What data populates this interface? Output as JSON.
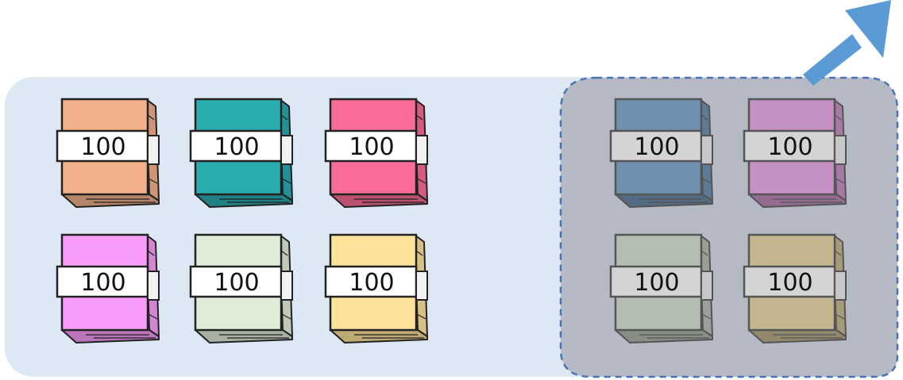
{
  "colors": {
    "panel_bg": "#dde8f4",
    "gray_panel_bg": "#b5bac4",
    "dashed_border": "#4a73b5",
    "arrow": "#5b9bd5"
  },
  "stacks": [
    {
      "label": "100",
      "color": "#f2b18a",
      "group": "left"
    },
    {
      "label": "100",
      "color": "#2aabb0",
      "group": "left"
    },
    {
      "label": "100",
      "color": "#f86c97",
      "group": "left"
    },
    {
      "label": "100",
      "color": "#f99cf9",
      "group": "left"
    },
    {
      "label": "100",
      "color": "#e1ecd8",
      "group": "left"
    },
    {
      "label": "100",
      "color": "#fde29a",
      "group": "left"
    },
    {
      "label": "100",
      "color": "#6f8fae",
      "group": "dimmed"
    },
    {
      "label": "100",
      "color": "#c590c3",
      "group": "dimmed"
    },
    {
      "label": "100",
      "color": "#b4bdb2",
      "group": "dimmed"
    },
    {
      "label": "100",
      "color": "#c3b58e",
      "group": "dimmed"
    }
  ],
  "arrow_icon": "arrow-up-right-icon"
}
